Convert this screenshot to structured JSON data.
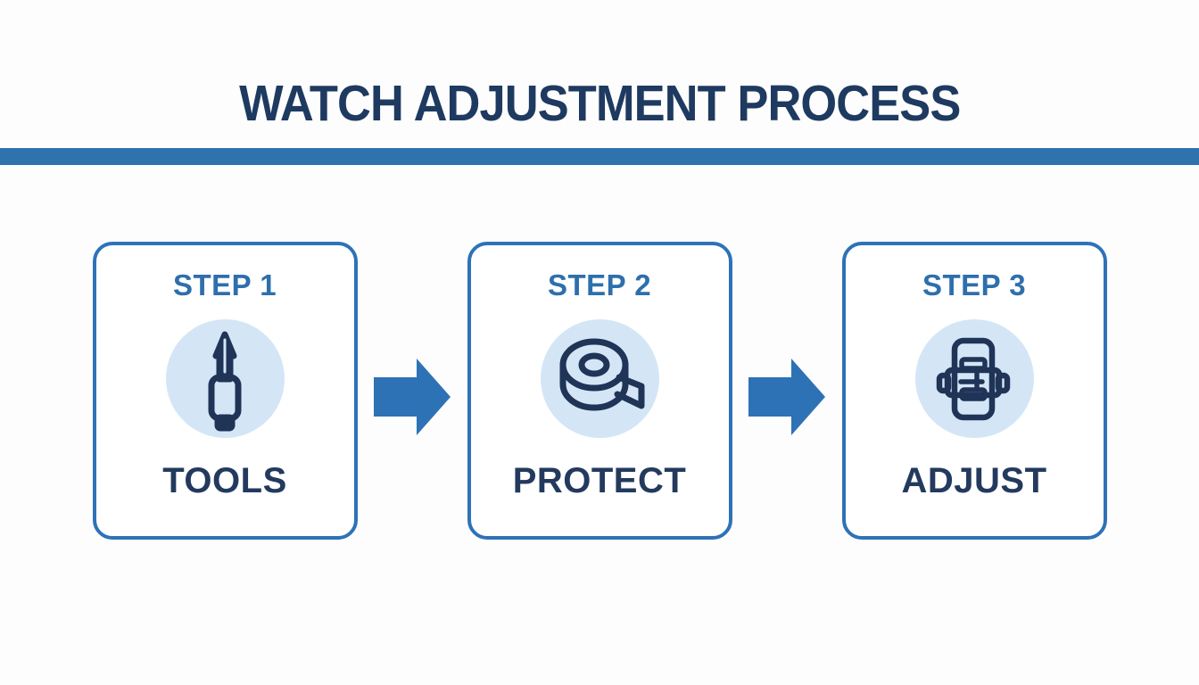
{
  "title": "WATCH ADJUSTMENT PROCESS",
  "colors": {
    "background": "#fdfdfd",
    "title_navy": "#1e3a60",
    "bar_blue": "#2e72ae",
    "card_border": "#2e72b8",
    "step_blue": "#2e6fad",
    "label_navy": "#233a5e",
    "circle_fill": "#d4e6f6",
    "icon_navy": "#1f3457",
    "arrow_blue": "#2d72b5"
  },
  "steps": [
    {
      "step_label": "STEP 1",
      "title": "TOOLS",
      "icon": "screwdriver-icon"
    },
    {
      "step_label": "STEP 2",
      "title": "PROTECT",
      "icon": "tape-roll-icon"
    },
    {
      "step_label": "STEP 3",
      "title": "ADJUST",
      "icon": "watch-adjust-icon"
    }
  ]
}
